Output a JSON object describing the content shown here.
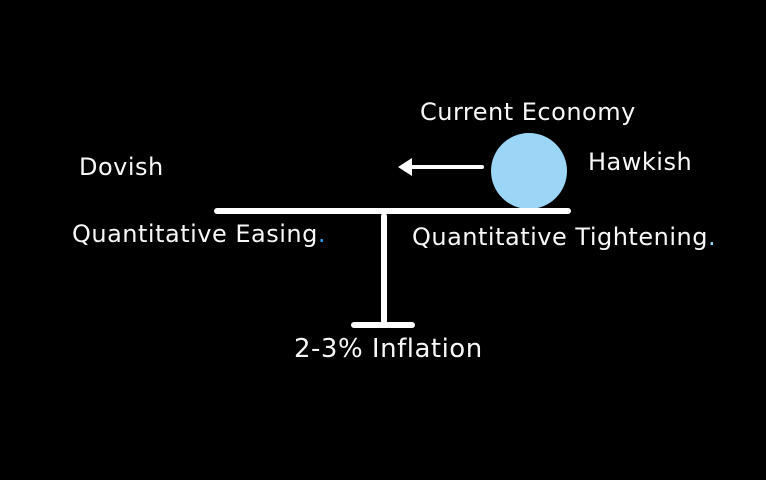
{
  "canvas": {
    "background_color": "#000000",
    "ink_color": "#f7f7f7"
  },
  "diagram": {
    "title": "Current Economy",
    "ball": {
      "label": "Current Economy",
      "color": "#9bd6f6",
      "position": "right side of beam"
    },
    "arrow": {
      "direction": "left",
      "color": "#ffffff"
    },
    "left_side": {
      "stance": "Dovish",
      "policy": "Quantitative Easing",
      "policy_period": ".",
      "policy_period_color": "#2f99e8"
    },
    "right_side": {
      "stance": "Hawkish",
      "policy": "Quantitative Tightening",
      "policy_period": ".",
      "policy_period_color": "#8fd3f5"
    },
    "fulcrum_label": "2-3% Inflation"
  }
}
